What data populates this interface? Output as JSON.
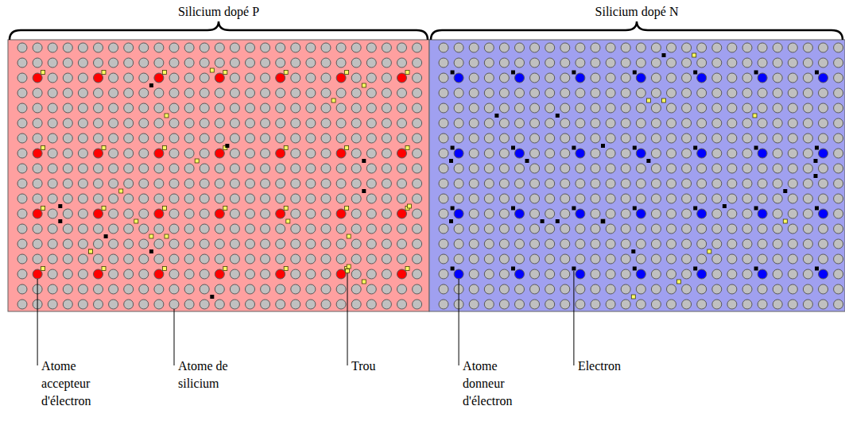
{
  "diagram": {
    "labels": [
      "Silicium dopé P",
      "Silicium dopé N",
      "Atome accepteur d'électron",
      "Atome de silicium",
      "Trou",
      "Atome donneur d'électron",
      "Electron"
    ]
  }
}
